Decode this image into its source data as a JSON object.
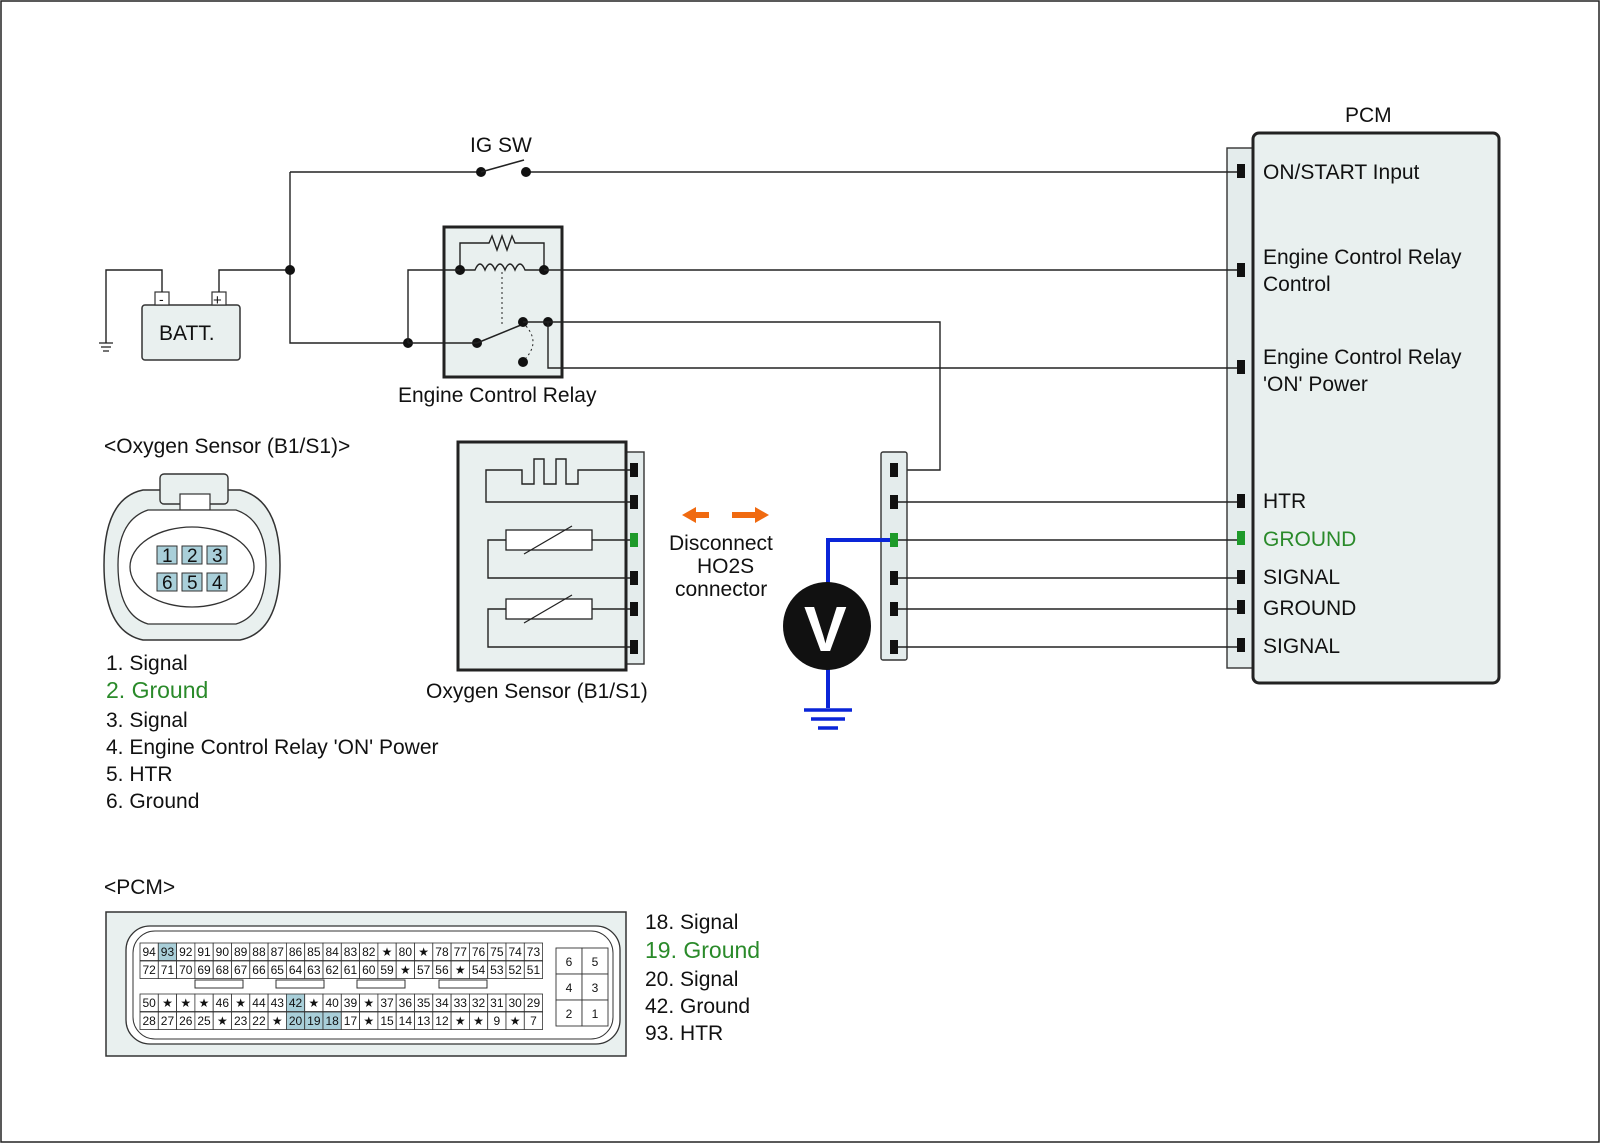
{
  "colors": {
    "accent_green": "#2a8a2a",
    "probe_blue": "#0a25d8",
    "arrow_orange": "#f06a10",
    "highlight_pin": "#a9cfd9",
    "fill_light": "#e9f0ef"
  },
  "labels": {
    "pcm_title": "PCM",
    "ig_sw": "IG SW",
    "batt": "BATT.",
    "batt_minus": "-",
    "batt_plus": "+",
    "relay": "Engine Control Relay",
    "o2_title": "<Oxygen Sensor (B1/S1)>",
    "o2_sensor": "Oxygen Sensor (B1/S1)",
    "disconnect_1": "Disconnect",
    "disconnect_2": "HO2S",
    "disconnect_3": "connector",
    "voltmeter": "V",
    "pcm_conn_title": "<PCM>"
  },
  "pcm_terminals": {
    "on_start": "ON/START Input",
    "ecr_control_1": "Engine Control Relay",
    "ecr_control_2": "Control",
    "ecr_power_1": "Engine Control Relay",
    "ecr_power_2": "'ON' Power",
    "htr": "HTR",
    "ground_green": "GROUND",
    "signal_1": "SIGNAL",
    "ground": "GROUND",
    "signal_2": "SIGNAL"
  },
  "o2_pins": [
    "1",
    "2",
    "3",
    "6",
    "5",
    "4"
  ],
  "o2_legend": [
    "1. Signal",
    "2. Ground",
    "3. Signal",
    "4. Engine Control Relay 'ON' Power",
    "5. HTR",
    "6. Ground"
  ],
  "pcm_legend": [
    "18. Signal",
    "19. Ground",
    "20. Signal",
    "42. Ground",
    "93. HTR"
  ],
  "pcm_connector": {
    "rows": [
      [
        "94",
        "93",
        "92",
        "91",
        "90",
        "89",
        "88",
        "87",
        "86",
        "85",
        "84",
        "83",
        "82",
        "★",
        "80",
        "★",
        "78",
        "77",
        "76",
        "75",
        "74",
        "73"
      ],
      [
        "72",
        "71",
        "70",
        "69",
        "68",
        "67",
        "66",
        "65",
        "64",
        "63",
        "62",
        "61",
        "60",
        "59",
        "★",
        "57",
        "56",
        "★",
        "54",
        "53",
        "52",
        "51"
      ],
      [
        "50",
        "★",
        "★",
        "★",
        "46",
        "★",
        "44",
        "43",
        "42",
        "★",
        "40",
        "39",
        "★",
        "37",
        "36",
        "35",
        "34",
        "33",
        "32",
        "31",
        "30",
        "29"
      ],
      [
        "28",
        "27",
        "26",
        "25",
        "★",
        "23",
        "22",
        "★",
        "20",
        "19",
        "18",
        "17",
        "★",
        "15",
        "14",
        "13",
        "12",
        "★",
        "★",
        "9",
        "★",
        "7"
      ]
    ],
    "highlighted": [
      "93",
      "42",
      "20",
      "19",
      "18"
    ],
    "small_block": [
      [
        "6",
        "5"
      ],
      [
        "4",
        "3"
      ],
      [
        "2",
        "1"
      ]
    ]
  }
}
